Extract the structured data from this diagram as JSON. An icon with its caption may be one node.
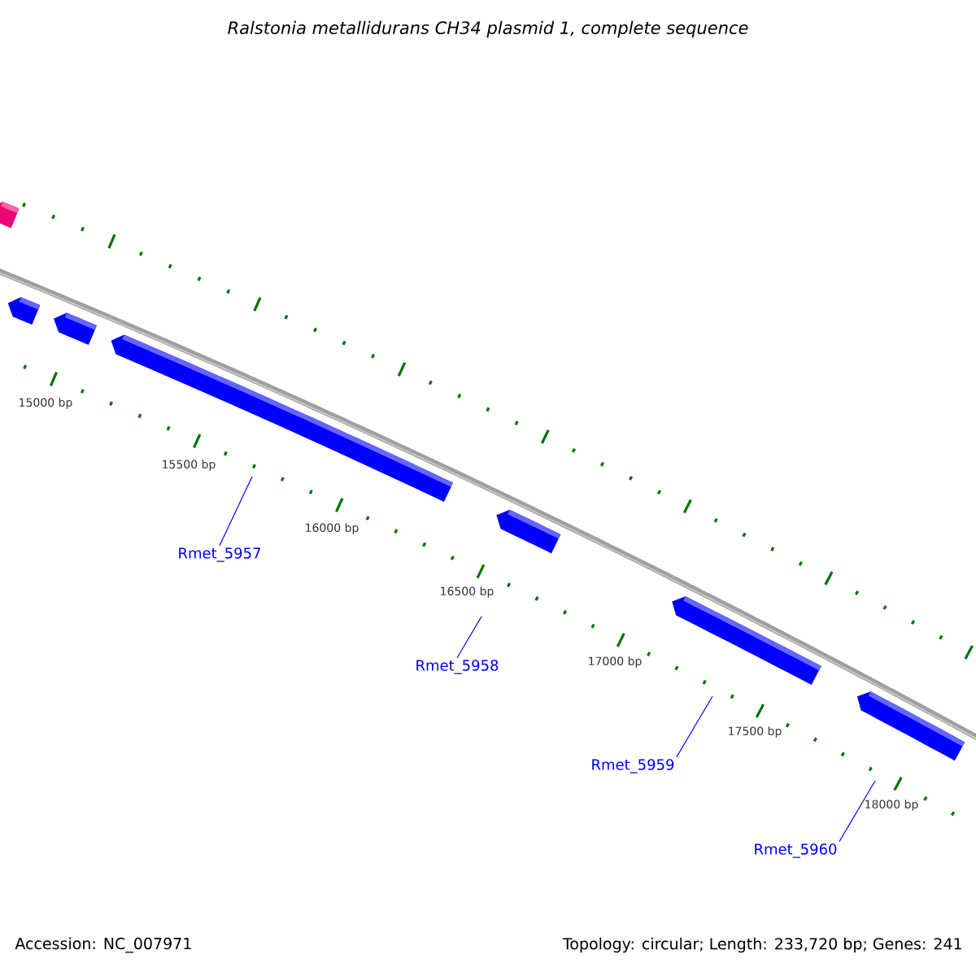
{
  "diagram": {
    "title": "Ralstonia metallidurans CH34 plasmid 1, complete sequence",
    "nodes": [
      {
        "text": [],
        "shape": "bar"
      },
      {
        "text": [],
        "shape": "bar"
      },
      {
        "text": [],
        "shape": "bar"
      },
      {
        "text": [],
        "shape": "bar"
      },
      {
        "text": [],
        "shape": "bar"
      },
      {
        "text": [],
        "shape": "bar"
      },
      {
        "text": [],
        "shape": "bar"
      },
      {
        "text": [
          "Rmet_5957"
        ]
      },
      {
        "text": [
          "Rmet_5958"
        ]
      },
      {
        "text": [
          "Rmet_5959"
        ]
      },
      {
        "text": [
          "Rmet_5960"
        ]
      }
    ],
    "edges": [
      {
        "from": 7,
        "to": null,
        "arrow": "none"
      },
      {
        "from": 8,
        "to": null,
        "arrow": "none"
      },
      {
        "from": 9,
        "to": null,
        "arrow": "none"
      },
      {
        "from": 10,
        "to": null,
        "arrow": "none"
      }
    ],
    "labels": [
      "15000 bp",
      "15500 bp",
      "16000 bp",
      "16500 bp",
      "17000 bp",
      "17500 bp",
      "18000 bp",
      "Accession: NC_007971",
      "Topology: circular; Length: 233,720 bp; Genes: 241"
    ]
  }
}
